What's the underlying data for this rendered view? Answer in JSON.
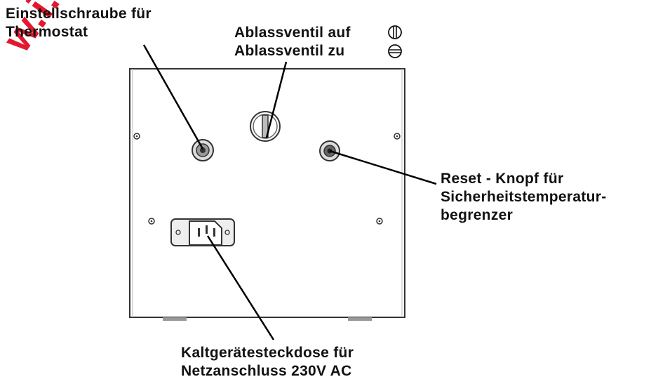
{
  "labels": {
    "thermostat_screw": {
      "line1": "Einstellschraube für",
      "line2": "Thermostat"
    },
    "drain_valve": {
      "open": "Ablassventil auf",
      "closed": "Ablassventil zu"
    },
    "reset_button": {
      "line1": "Reset - Knopf für",
      "line2": "Sicherheitstemperatur-",
      "line3": "begrenzer"
    },
    "power_socket": {
      "line1": "Kaltgerätesteckdose für",
      "line2": "Netzanschluss 230V AC"
    }
  },
  "symbols": {
    "valve_open": "valve-open-icon",
    "valve_closed": "valve-closed-icon"
  },
  "colors": {
    "text": "#111111",
    "outline": "#333333",
    "watermark": "#e0001a"
  },
  "watermark": {
    "text": "w.i."
  }
}
